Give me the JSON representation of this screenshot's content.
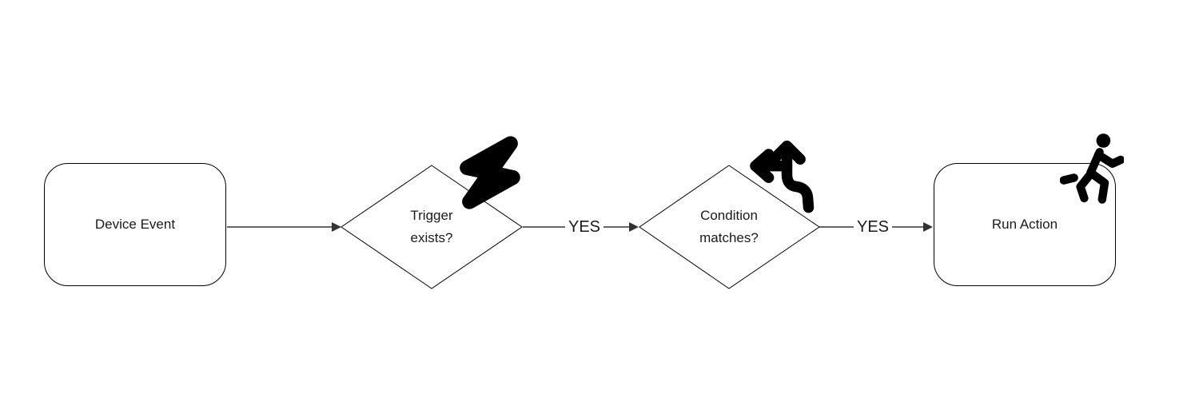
{
  "diagram": {
    "type": "flowchart",
    "direction": "left-to-right",
    "colors": {
      "background": "#ffffff",
      "node_stroke": "#000000",
      "edge_stroke": "#333333",
      "text": "#1a1a1a",
      "icon": "#000000"
    },
    "nodes": [
      {
        "id": "device-event",
        "shape": "rounded-rect",
        "label": "Device Event",
        "icon": null
      },
      {
        "id": "trigger-exists",
        "shape": "diamond",
        "label": "Trigger exists?",
        "label_lines": [
          "Trigger",
          "exists?"
        ],
        "icon": "lightning-bolt-icon"
      },
      {
        "id": "condition-matches",
        "shape": "diamond",
        "label": "Condition matches?",
        "label_lines": [
          "Condition",
          "matches?"
        ],
        "icon": "split-arrows-icon"
      },
      {
        "id": "run-action",
        "shape": "rounded-rect",
        "label": "Run Action",
        "icon": "person-running-icon"
      }
    ],
    "edges": [
      {
        "from": "device-event",
        "to": "trigger-exists",
        "label": ""
      },
      {
        "from": "trigger-exists",
        "to": "condition-matches",
        "label": "YES"
      },
      {
        "from": "condition-matches",
        "to": "run-action",
        "label": "YES"
      }
    ],
    "icons": [
      {
        "name": "lightning-bolt-icon",
        "attached_to": "trigger-exists"
      },
      {
        "name": "split-arrows-icon",
        "attached_to": "condition-matches"
      },
      {
        "name": "person-running-icon",
        "attached_to": "run-action"
      }
    ]
  }
}
